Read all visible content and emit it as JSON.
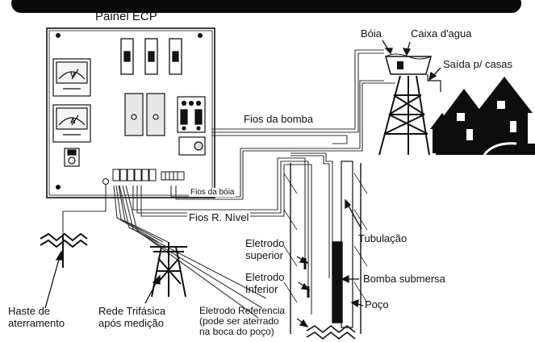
{
  "labels": {
    "panel_title": "Painel ECP",
    "float_switch": "Bóia",
    "water_tank": "Caixa d'agua",
    "outlet_houses": "Saída p/ casas",
    "pump_wires": "Fios da bomba",
    "float_wires": "Fios da bóia",
    "level_wires": "Fios R. Nível",
    "electrode_upper": [
      "Eletrodo",
      "superior"
    ],
    "electrode_lower": [
      "Eletrodo",
      "Inferior"
    ],
    "piping": "Tubulação",
    "submersible_pump": "Bomba submersa",
    "well": "Poço",
    "ground_rod": [
      "Haste de",
      "aterramento"
    ],
    "three_phase_grid": [
      "Rede Trifásica",
      "após medição"
    ],
    "reference_electrode": [
      "Eletrodo Referencia",
      "(pode ser aterrado",
      "na boca do poço)"
    ]
  },
  "meters": {
    "voltmeter_symbol": "V",
    "ammeter_symbol": "A"
  },
  "colors": {
    "ink": "#111111",
    "wire": "#333333",
    "panel_fill": "#ffffff",
    "device_fill": "#e8e8e8",
    "house_fill": "#0d0d0d"
  }
}
